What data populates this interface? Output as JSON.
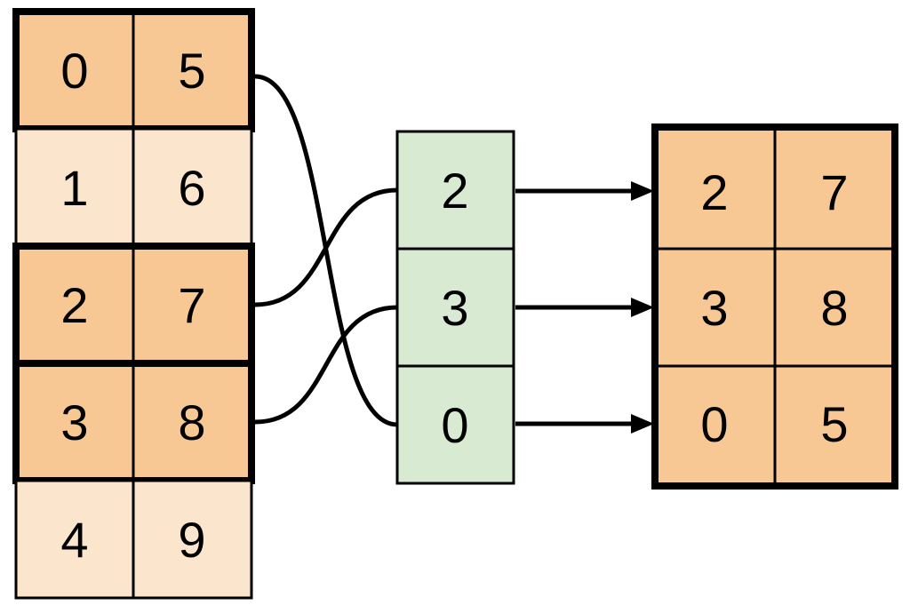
{
  "source_table": {
    "rows": [
      {
        "c0": "0",
        "c1": "5",
        "highlighted": true
      },
      {
        "c0": "1",
        "c1": "6",
        "highlighted": false
      },
      {
        "c0": "2",
        "c1": "7",
        "highlighted": true
      },
      {
        "c0": "3",
        "c1": "8",
        "highlighted": true
      },
      {
        "c0": "4",
        "c1": "9",
        "highlighted": false
      }
    ]
  },
  "index_column": {
    "cells": [
      "2",
      "3",
      "0"
    ]
  },
  "result_table": {
    "rows": [
      {
        "c0": "2",
        "c1": "7"
      },
      {
        "c0": "3",
        "c1": "8"
      },
      {
        "c0": "0",
        "c1": "5"
      }
    ]
  },
  "connections": {
    "curves": [
      {
        "from_source_row": "0,5",
        "to_index_cell": "0"
      },
      {
        "from_source_row": "2,7",
        "to_index_cell": "2"
      },
      {
        "from_source_row": "3,8",
        "to_index_cell": "3"
      }
    ],
    "arrows": [
      {
        "from_index_cell": "2",
        "to_result_row": "2,7"
      },
      {
        "from_index_cell": "3",
        "to_result_row": "3,8"
      },
      {
        "from_index_cell": "0",
        "to_result_row": "0,5"
      }
    ]
  },
  "colors": {
    "highlight_fill": "#F7C893",
    "muted_fill": "#FCE5CD",
    "index_fill": "#D9EAD3",
    "stroke": "#000000",
    "background": "#FFFFFF"
  }
}
